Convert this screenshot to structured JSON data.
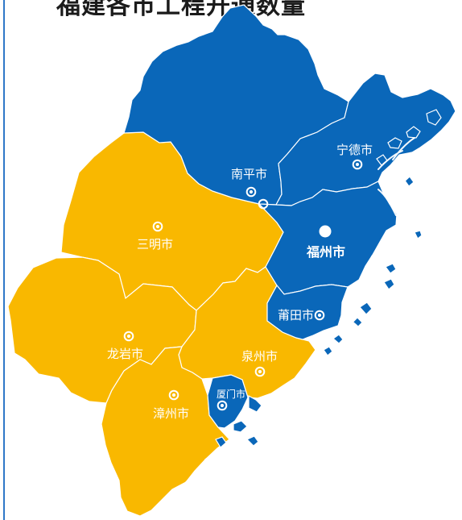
{
  "title": "福建各市工程开通数量",
  "colors": {
    "blue": "#0a67b9",
    "yellow": "#f9b800",
    "white": "#ffffff",
    "frame": "#2f78c8"
  },
  "cities": [
    {
      "name": "南平市"
    },
    {
      "name": "宁德市"
    },
    {
      "name": "福州市"
    },
    {
      "name": "三明市"
    },
    {
      "name": "莆田市"
    },
    {
      "name": "龙岩市"
    },
    {
      "name": "泉州市"
    },
    {
      "name": "厦门市"
    },
    {
      "name": "漳州市"
    }
  ]
}
